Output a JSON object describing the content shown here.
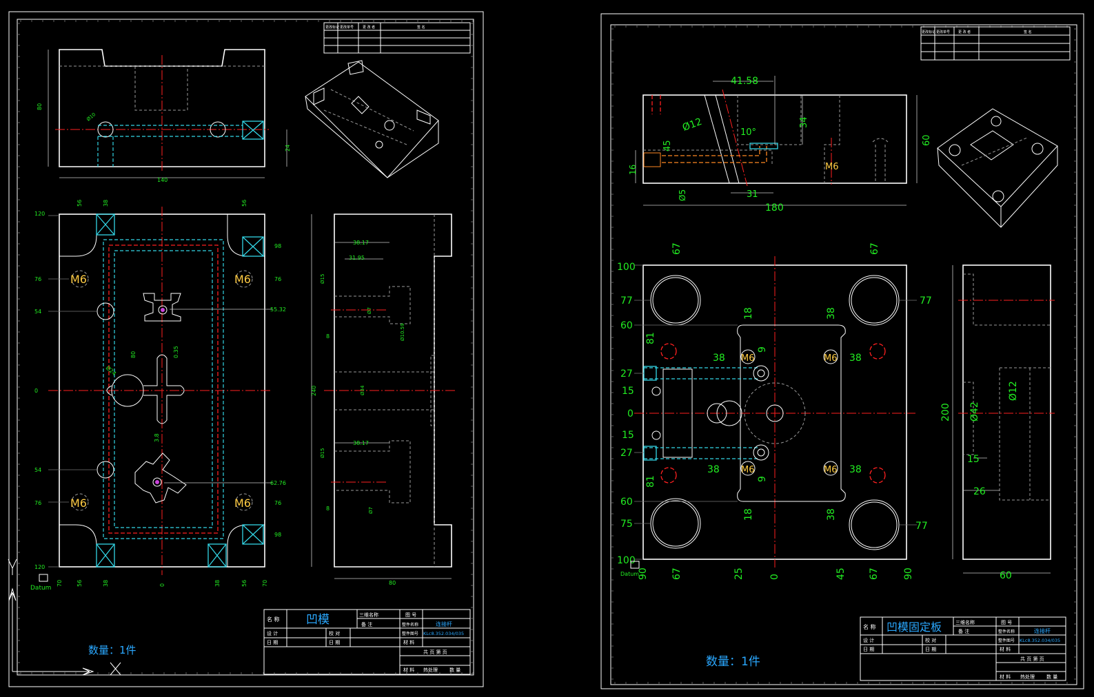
{
  "left_sheet": {
    "title_name_label": "名 称",
    "part_name": "凹模",
    "three_d_name_label": "三维名称",
    "drawing_no_label": "图 号",
    "remarks_label": "备 注",
    "assembly_name_label": "整件名称",
    "assembly_name_value": "连接杆",
    "assembly_no_label": "整件图号",
    "assembly_no_value": "KLc8.352.034/035",
    "design_label": "设 计",
    "proofread_label": "校 对",
    "date_label_1": "日 期",
    "date_label_2": "日 期",
    "material_label": "材 料",
    "pages_label": "共 页 第 页",
    "footer_material": "材 料",
    "footer_heat": "热处理",
    "footer_qty": "数 量",
    "quantity_note": "数量：1件",
    "revision_headers": [
      "更改标记",
      "更改单号",
      "更 改 者",
      "签 名"
    ],
    "datum_label": "Datum",
    "m6": "M6",
    "dims_top": {
      "height": "80",
      "width": "140",
      "right": "24",
      "hole": "Ø10"
    },
    "dims_left_col": [
      "120",
      "76",
      "54",
      "0",
      "54",
      "76",
      "120"
    ],
    "dims_right_col": [
      "98",
      "76",
      "55.32",
      "62.76",
      "76",
      "98"
    ],
    "dims_top_row": [
      "56",
      "38",
      "56"
    ],
    "dims_bottom_row": [
      "70",
      "56",
      "38",
      "0",
      "38",
      "56",
      "70"
    ],
    "dims_center": [
      "0.35",
      "Ø24",
      "80",
      "3.8"
    ],
    "dims_side": [
      "38.17",
      "31.95",
      "Ø15",
      "Ø7",
      "Ø10.59",
      "8",
      "240",
      "Ø34",
      "38.17",
      "Ø15",
      "8",
      "Ø7",
      "80"
    ]
  },
  "right_sheet": {
    "title_name_label": "名 称",
    "part_name": "凹模固定板",
    "three_d_name_label": "三维名称",
    "drawing_no_label": "图 号",
    "remarks_label": "备 注",
    "assembly_name_label": "整件名称",
    "assembly_name_value": "连接杆",
    "assembly_no_label": "整件图号",
    "assembly_no_value": "KLc8.352.034/035",
    "design_label": "设 计",
    "proofread_label": "校 对",
    "date_label_1": "日 期",
    "date_label_2": "日 期",
    "material_label": "材 料",
    "pages_label": "共 页 第 页",
    "footer_material": "材 料",
    "footer_heat": "热处理",
    "footer_qty": "数 量",
    "quantity_note": "数量：1件",
    "revision_headers": [
      "更改标记",
      "更改单号",
      "更 改 者",
      "签 名"
    ],
    "datum_label": "Datum",
    "m6": "M6",
    "dims_top": [
      "41.58",
      "Ø12",
      "10°",
      "34",
      "45",
      "60",
      "16",
      "Ø5",
      "31",
      "180",
      "M6"
    ],
    "dims_left_col": [
      "100",
      "77",
      "60",
      "81",
      "27",
      "15",
      "0",
      "15",
      "27",
      "81",
      "60",
      "75",
      "100"
    ],
    "dims_right_col": [
      "77",
      "77"
    ],
    "dims_top_row": [
      "67",
      "67",
      "18",
      "38"
    ],
    "dims_mid": [
      "38",
      "9",
      "38",
      "38",
      "9",
      "38"
    ],
    "dims_bottom_row": [
      "90",
      "67",
      "25",
      "0",
      "45",
      "67",
      "90",
      "18",
      "38"
    ],
    "dims_side": [
      "200",
      "Ø42",
      "Ø12",
      "15",
      "26",
      "60"
    ]
  }
}
